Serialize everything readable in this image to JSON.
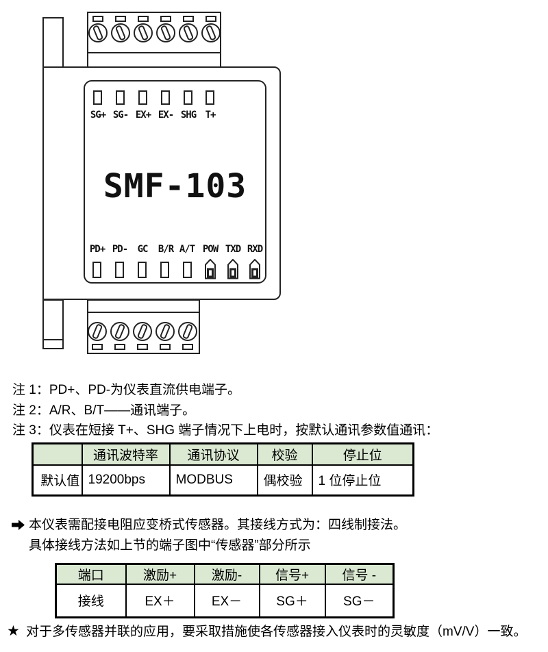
{
  "device": {
    "model": "SMF-103",
    "top_terminal_labels": [
      "SG+",
      "SG-",
      "EX+",
      "EX-",
      "SHG",
      "T+"
    ],
    "bottom_terminal_labels": [
      "PD+",
      "PD-",
      "GC",
      "B/R",
      "A/T",
      "POW",
      "TXD",
      "RXD"
    ]
  },
  "notes": {
    "note1": "注 1：PD+、PD-为仪表直流供电端子。",
    "note2": "注 2：A/R、B/T——通讯端子。",
    "note3": "注 3：仪表在短接 T+、SHG 端子情况下上电时，按默认通讯参数值通讯："
  },
  "comm_table": {
    "headers": [
      "",
      "通讯波特率",
      "通讯协议",
      "校验",
      "停止位"
    ],
    "row_label": "默认值",
    "row_values": [
      "19200bps",
      "MODBUS",
      "偶校验",
      "1 位停止位"
    ]
  },
  "sensor_note": {
    "line1": "本仪表需配接电阻应变桥式传感器。其接线方式为：四线制接法。",
    "line2": "具体接线方法如上节的端子图中“传感器”部分所示"
  },
  "wiring_table": {
    "headers": [
      "端口",
      "激励+",
      "激励-",
      "信号+",
      "信号 -"
    ],
    "row": [
      "接线",
      "EX＋",
      "EX－",
      "SG＋",
      "SG－"
    ]
  },
  "star_note": "对于多传感器并联的应用，要采取措施使各传感器接入仪表时的灵敏度（mV/V）一致。",
  "colors": {
    "table_header_bg": "#dbe9d3",
    "line_color": "#222222"
  }
}
